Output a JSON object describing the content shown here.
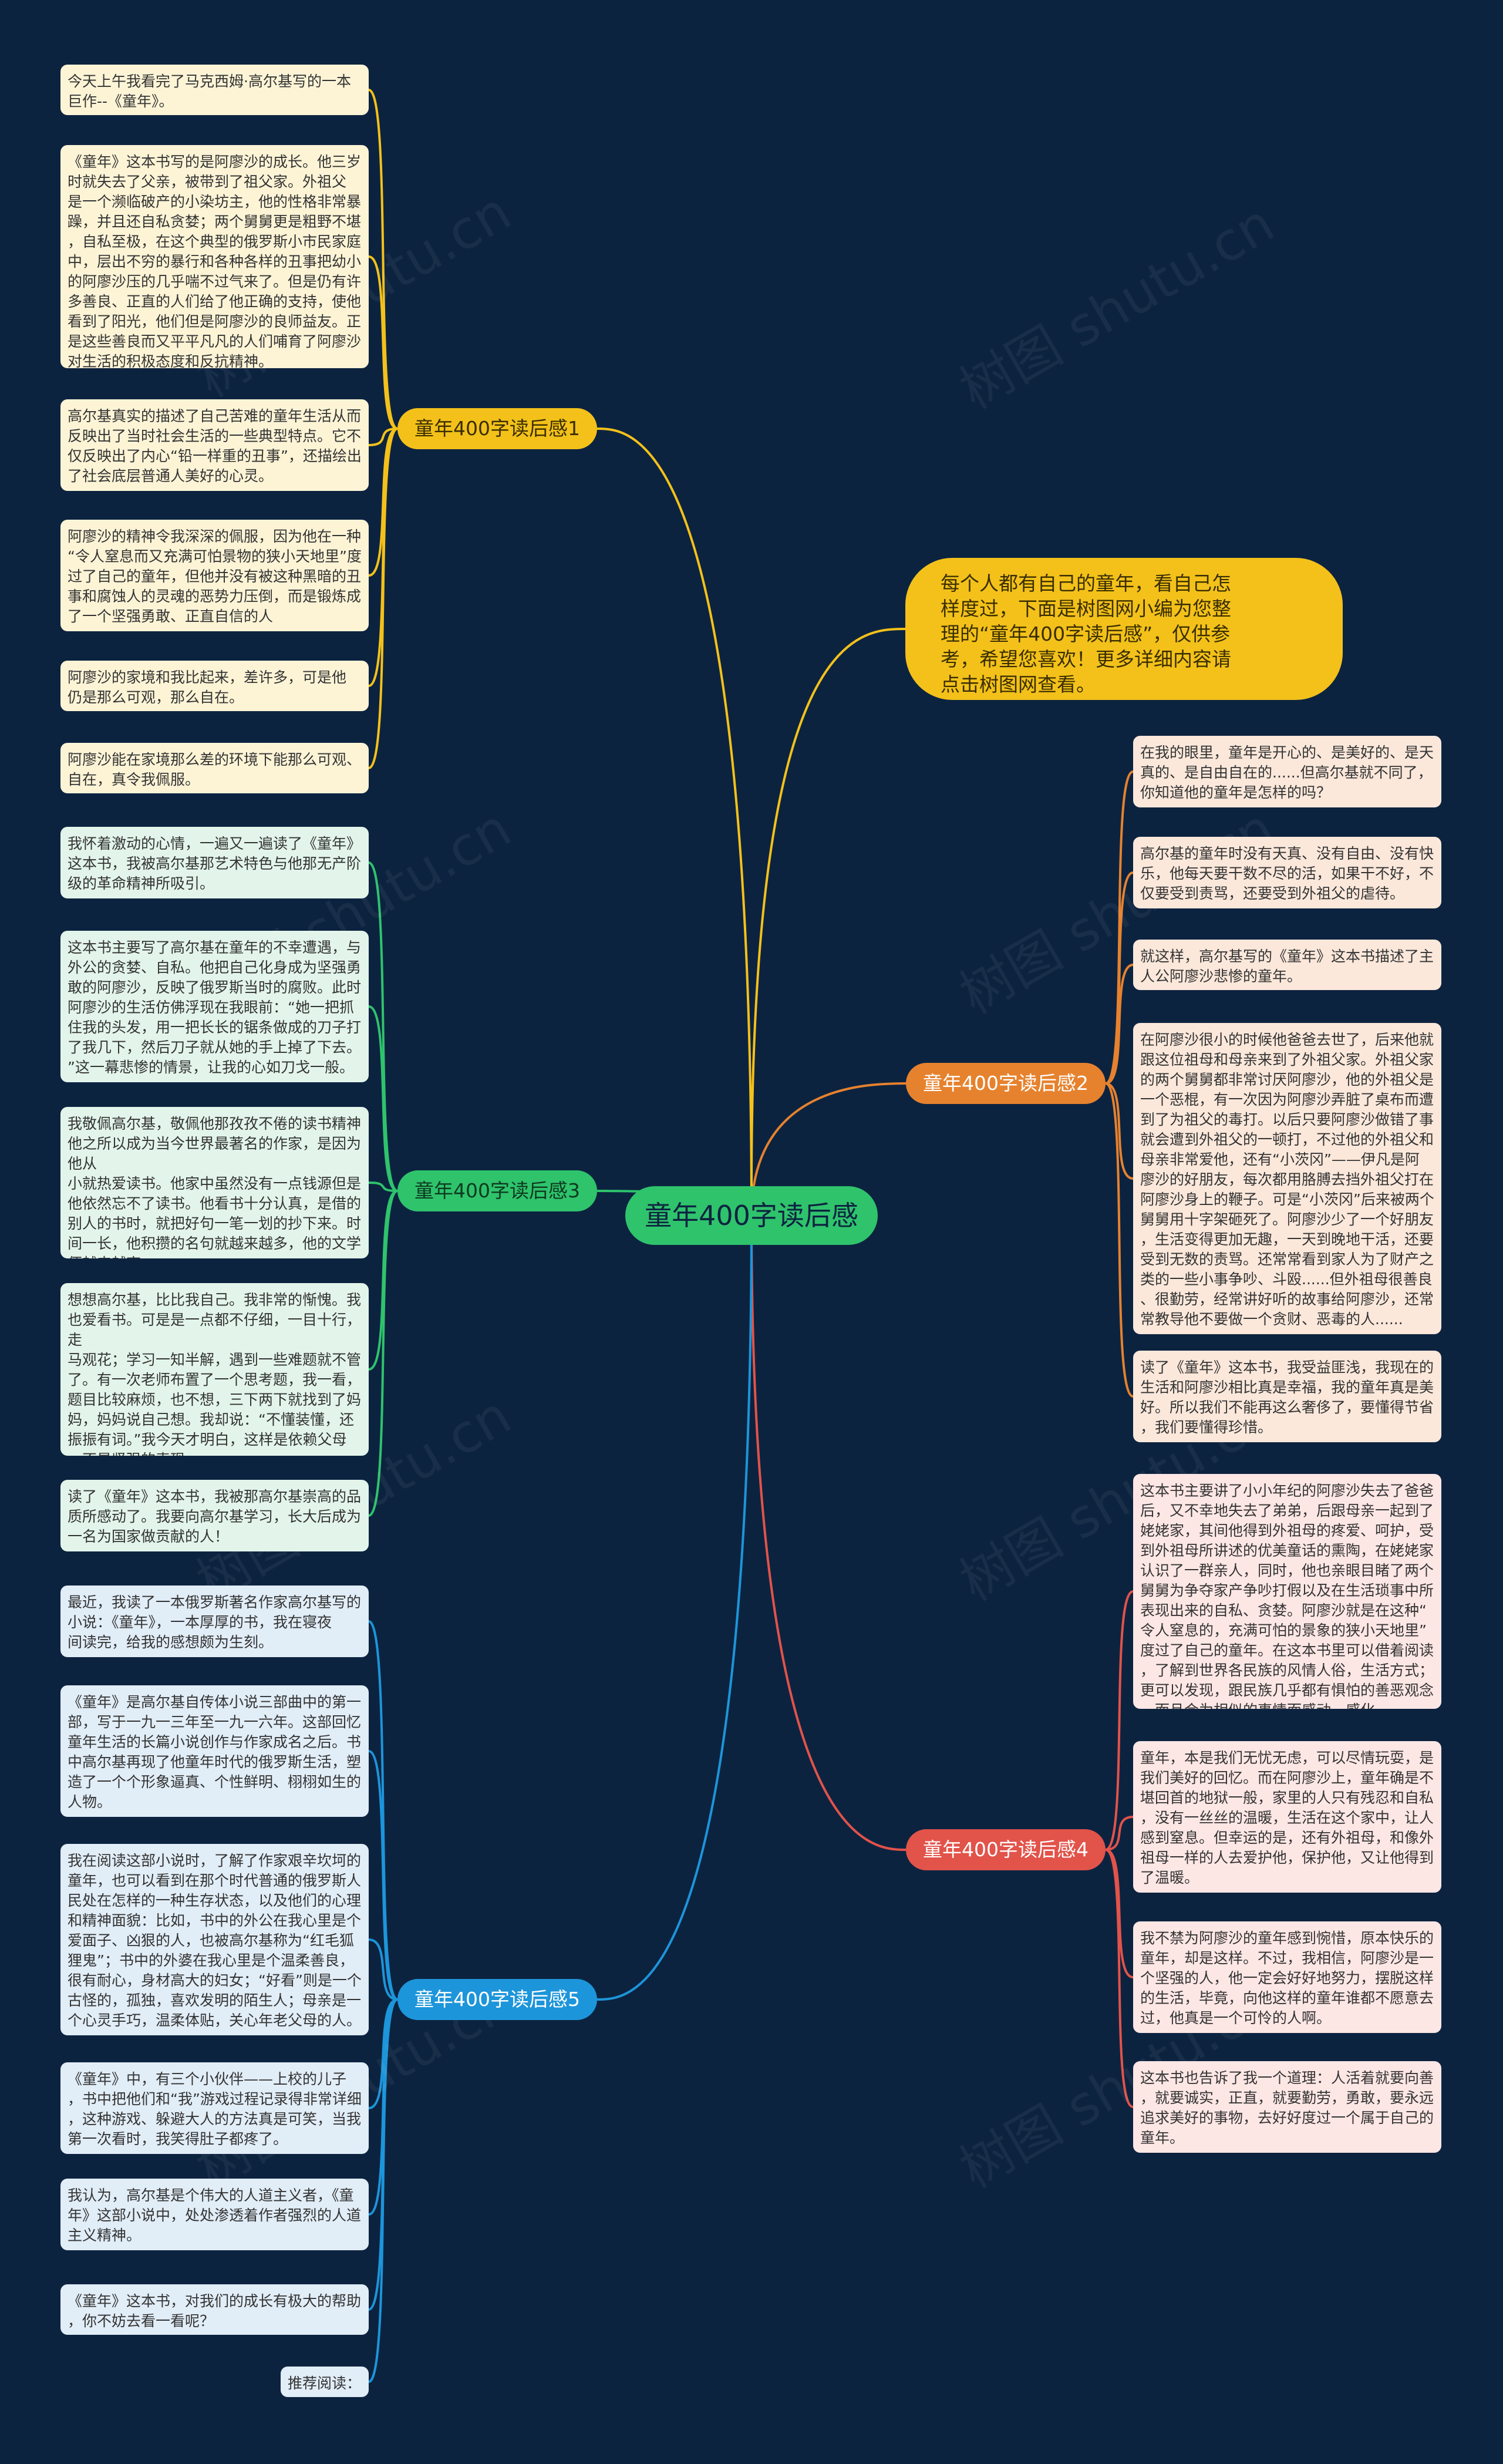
{
  "center": "童年400字读后感",
  "intro": "每个人都有自己的童年，看自己怎\n样度过，下面是树图网小编为您整\n理的“童年400字读后感”，仅供参\n考，希望您喜欢！更多详细内容请\n点击树图网查看。",
  "watermark": "树图 shutu.cn",
  "colors": {
    "background": "#0c2340",
    "branch1": "#f3c11a",
    "branch2": "#e6822e",
    "branch3": "#2fc36c",
    "branch4": "#e2534a",
    "branch5": "#1d95da"
  },
  "branch1": {
    "label": "童年400字读后感1",
    "notes": [
      "今天上午我看完了马克西姆·高尔基写的一本\n巨作--《童年》。",
      "《童年》这本书写的是阿廖沙的成长。他三岁\n时就失去了父亲，被带到了祖父家。外祖父\n是一个濒临破产的小染坊主，他的性格非常暴\n躁，并且还自私贪婪；两个舅舅更是粗野不堪\n，自私至极，在这个典型的俄罗斯小市民家庭\n中，层出不穷的暴行和各种各样的丑事把幼小\n的阿廖沙压的几乎喘不过气来了。但是仍有许\n多善良、正直的人们给了他正确的支持，使他\n看到了阳光，他们但是阿廖沙的良师益友。正\n是这些善良而又平平凡凡的人们哺育了阿廖沙\n对生活的积极态度和反抗精神。",
      "高尔基真实的描述了自己苦难的童年生活从而\n反映出了当时社会生活的一些典型特点。它不\n仅反映出了内心“铅一样重的丑事”，还描绘出\n了社会底层普通人美好的心灵。",
      "阿廖沙的精神令我深深的佩服，因为他在一种\n“令人窒息而又充满可怕景物的狭小天地里”度\n过了自己的童年，但他并没有被这种黑暗的丑\n事和腐蚀人的灵魂的恶势力压倒，而是锻炼成\n了一个坚强勇敢、正直自信的人",
      "阿廖沙的家境和我比起来，差许多，可是他\n仍是那么可观，那么自在。",
      "阿廖沙能在家境那么差的环境下能那么可观、\n自在，真令我佩服。"
    ]
  },
  "branch2": {
    "label": "童年400字读后感2",
    "notes": [
      "在我的眼里，童年是开心的、是美好的、是天\n真的、是自由自在的......但高尔基就不同了，\n你知道他的童年是怎样的吗？",
      "高尔基的童年时没有天真、没有自由、没有快\n乐，他每天要干数不尽的活，如果干不好，不\n仅要受到责骂，还要受到外祖父的虐待。",
      "就这样，高尔基写的《童年》这本书描述了主\n人公阿廖沙悲惨的童年。",
      "在阿廖沙很小的时候他爸爸去世了，后来他就\n跟这位祖母和母亲来到了外祖父家。外祖父家\n的两个舅舅都非常讨厌阿廖沙，他的外祖父是\n一个恶棍，有一次因为阿廖沙弄脏了桌布而遭\n到了为祖父的毒打。以后只要阿廖沙做错了事\n就会遭到外祖父的一顿打，不过他的外祖父和\n母亲非常爱他，还有“小茨冈”——伊凡是阿\n廖沙的好朋友，每次都用胳膊去挡外祖父打在\n阿廖沙身上的鞭子。可是“小茨冈”后来被两个\n舅舅用十字架砸死了。阿廖沙少了一个好朋友\n，生活变得更加无趣，一天到晚地干活，还要\n受到无数的责骂。还常常看到家人为了财产之\n类的一些小事争吵、斗殴......但外祖母很善良\n、很勤劳，经常讲好听的故事给阿廖沙，还常\n常教导他不要做一个贪财、恶毒的人......",
      "读了《童年》这本书，我受益匪浅，我现在的\n生活和阿廖沙相比真是幸福，我的童年真是美\n好。所以我们不能再这么奢侈了，要懂得节省\n，我们要懂得珍惜。"
    ]
  },
  "branch3": {
    "label": "童年400字读后感3",
    "notes": [
      "我怀着激动的心情，一遍又一遍读了《童年》\n这本书，我被高尔基那艺术特色与他那无产阶\n级的革命精神所吸引。",
      "这本书主要写了高尔基在童年的不幸遭遇，与\n外公的贪婪、自私。他把自己化身成为坚强勇\n敢的阿廖沙，反映了俄罗斯当时的腐败。此时\n阿廖沙的生活仿佛浮现在我眼前：“她一把抓\n住我的头发，用一把长长的锯条做成的刀子打\n了我几下，然后刀子就从她的手上掉了下去。\n”这一幕悲惨的情景，让我的心如刀戈一般。",
      "我敬佩高尔基，敬佩他那孜孜不倦的读书精神\n他之所以成为当今世界最著名的作家，是因为他从\n小就热爱读书。他家中虽然没有一点钱源但是\n他依然忘不了读书。他看书十分认真，是借的\n别人的书时，就把好句一笔一划的抄下来。时\n间一长，他积攒的名句就越来越多，他的文学\n便越来越高。",
      "想想高尔基，比比我自己。我非常的惭愧。我\n也爱看书。可是是一点都不仔细，一目十行，走\n马观花；学习一知半解，遇到一些难题就不管\n了。有一次老师布置了一个思考题，我一看，\n题目比较麻烦，也不想，三下两下就找到了妈\n妈，妈妈说自己想。我却说：“不懂装懂，还\n振振有词。”我今天才明白，这样是依赖父母\n，不是坚强的表现。",
      "读了《童年》这本书，我被那高尔基崇高的品\n质所感动了。我要向高尔基学习，长大后成为\n一名为国家做贡献的人！"
    ]
  },
  "branch4": {
    "label": "童年400字读后感4",
    "notes": [
      "这本书主要讲了小小年纪的阿廖沙失去了爸爸\n后，又不幸地失去了弟弟，后跟母亲一起到了\n姥姥家，其间他得到外祖母的疼爱、呵护，受\n到外祖母所讲述的优美童话的熏陶，在姥姥家\n认识了一群亲人，同时，他也亲眼目睹了两个\n舅舅为争夺家产争吵打假以及在生活琐事中所\n表现出来的自私、贪婪。阿廖沙就是在这种“\n令人窒息的，充满可怕的景象的狭小天地里”\n度过了自己的童年。在这本书里可以借着阅读\n，了解到世界各民族的风情人俗，生活方式；\n更可以发现，跟民族几乎都有惧怕的善恶观念\n，而且会为相似的事情而感动，感化。",
      "童年，本是我们无忧无虑，可以尽情玩耍，是\n我们美好的回忆。而在阿廖沙上，童年确是不\n堪回首的地狱一般，家里的人只有残忍和自私\n，没有一丝丝的温暖，生活在这个家中，让人\n感到窒息。但幸运的是，还有外祖母，和像外\n祖母一样的人去爱护他，保护他，又让他得到\n了温暖。",
      "我不禁为阿廖沙的童年感到惋惜，原本快乐的\n童年，却是这样。不过，我相信，阿廖沙是一\n个坚强的人，他一定会好好地努力，摆脱这样\n的生活，毕竟，向他这样的童年谁都不愿意去\n过，他真是一个可怜的人啊。",
      "这本书也告诉了我一个道理：人活着就要向善\n，就要诚实，正直，就要勤劳，勇敢，要永远\n追求美好的事物，去好好度过一个属于自己的\n童年。"
    ]
  },
  "branch5": {
    "label": "童年400字读后感5",
    "notes": [
      "最近，我读了一本俄罗斯著名作家高尔基写的\n小说：《童年》，一本厚厚的书，我在寝夜\n间读完，给我的感想颇为生刻。",
      "《童年》是高尔基自传体小说三部曲中的第一\n部，写于一九一三年至一九一六年。这部回忆\n童年生活的长篇小说创作与作家成名之后。书\n中高尔基再现了他童年时代的俄罗斯生活，塑\n造了一个个形象逼真、个性鲜明、栩栩如生的\n人物。",
      "我在阅读这部小说时，了解了作家艰辛坎坷的\n童年，也可以看到在那个时代普通的俄罗斯人\n民处在怎样的一种生存状态，以及他们的心理\n和精神面貌：比如，书中的外公在我心里是个\n爱面子、凶狠的人，也被高尔基称为“红毛狐\n狸鬼”；书中的外婆在我心里是个温柔善良，\n很有耐心，身材高大的妇女；“好看”则是一个\n古怪的，孤独，喜欢发明的陌生人；母亲是一\n个心灵手巧，温柔体贴，关心年老父母的人。",
      "《童年》中，有三个小伙伴——上校的儿子\n，书中把他们和“我”游戏过程记录得非常详细\n，这种游戏、躲避大人的方法真是可笑，当我\n第一次看时，我笑得肚子都疼了。",
      "我认为，高尔基是个伟大的人道主义者，《童\n年》这部小说中，处处渗透着作者强烈的人道\n主义精神。",
      "《童年》这本书，对我们的成长有极大的帮助\n，你不妨去看一看呢？",
      "推荐阅读："
    ]
  }
}
